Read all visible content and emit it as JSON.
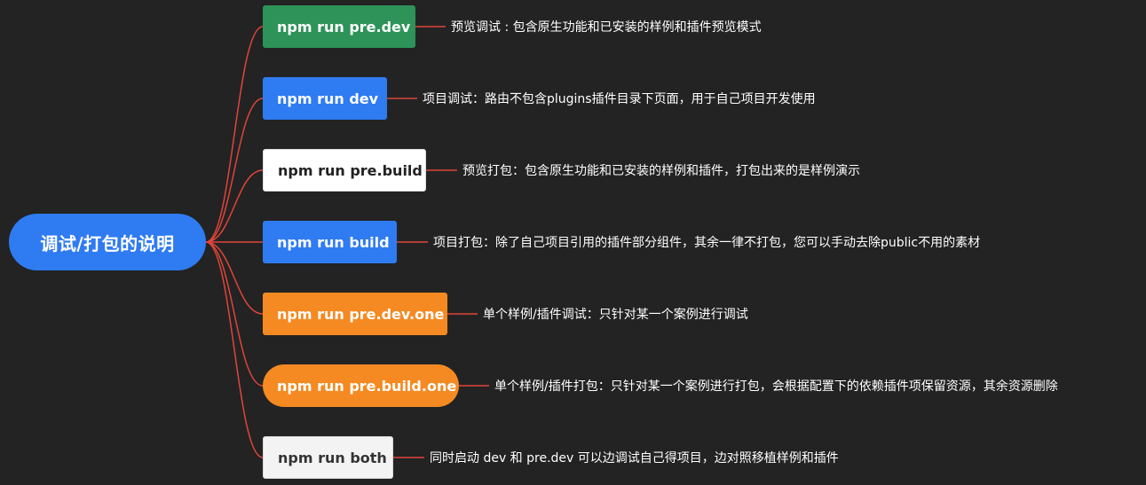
{
  "root": {
    "label": "调试/打包的说明"
  },
  "branches": [
    {
      "command": "npm run pre.dev",
      "description": "预览调试 : 包含原生功能和已安装的样例和插件预览模式",
      "color": "#2d9358"
    },
    {
      "command": "npm run dev",
      "description": "项目调试：路由不包含plugins插件目录下页面，用于自己项目开发使用",
      "color": "#2f7bf2"
    },
    {
      "command": "npm run pre.build",
      "description": "预览打包：包含原生功能和已安装的样例和插件，打包出来的是样例演示",
      "color": "#ffffff"
    },
    {
      "command": "npm run build",
      "description": "项目打包：除了自己项目引用的插件部分组件，其余一律不打包，您可以手动去除public不用的素材",
      "color": "#2f7bf2"
    },
    {
      "command": "npm run pre.dev.one",
      "description": "单个样例/插件调试：只针对某一个案例进行调试",
      "color": "#f58a22"
    },
    {
      "command": "npm run pre.build.one",
      "description": "单个样例/插件打包：只针对某一个案例进行打包，会根据配置下的依赖插件项保留资源，其余资源删除",
      "color": "#f58a22"
    },
    {
      "command": "npm run both",
      "description": "同时启动 dev 和 pre.dev 可以边调试自己得项目，边对照移植样例和插件",
      "color": "#f3f3f3"
    }
  ],
  "connector_color": "#e0453a"
}
